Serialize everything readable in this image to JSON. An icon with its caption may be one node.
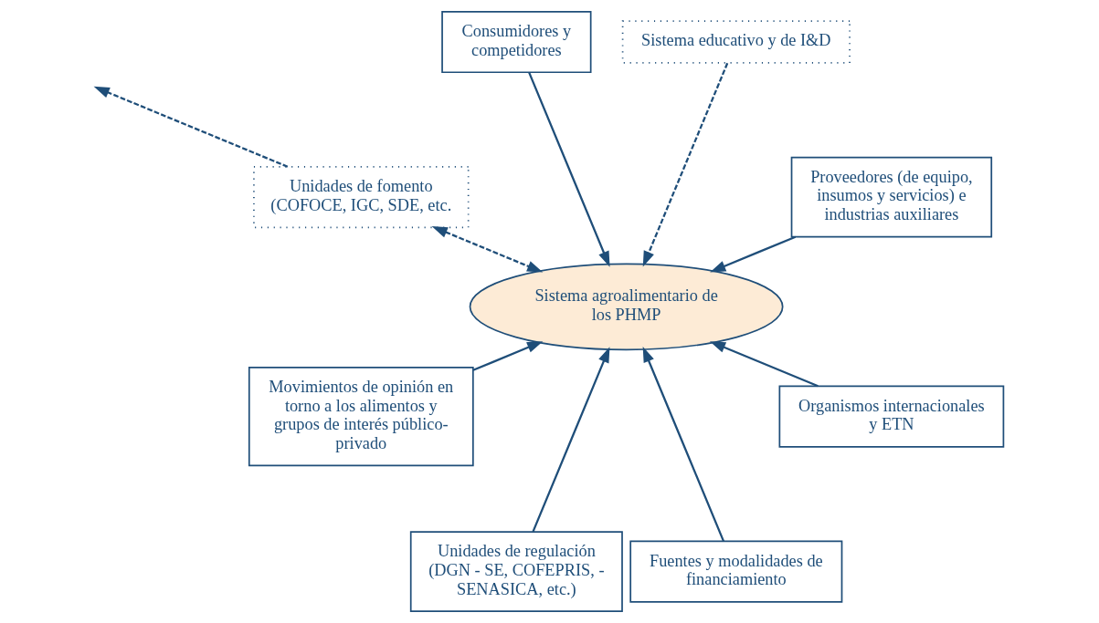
{
  "diagram": {
    "nodes": [
      {
        "text": [
          "Sistema agroalimentario de los PHMP"
        ]
      },
      {
        "text": [
          "Proveedores (de equipo, insumos y servicios) e industrias auxiliares"
        ]
      },
      {
        "text": [
          "Sistema educativo y de I&D"
        ]
      },
      {
        "text": [
          "Consumidores y competidores"
        ]
      },
      {
        "text": [
          "Unidades de fomento",
          "(COFOCE, IGC, SDE, etc."
        ]
      },
      {
        "text": [
          "Movimientos de opinión en torno a los alimentos y grupos de interés público-privado"
        ]
      },
      {
        "text": [
          "Unidades de regulación",
          "(DGN - SE, COFEPRIS, - SENASICA, etc.)"
        ]
      },
      {
        "text": [
          "Fuentes y modalidades de financiamiento"
        ]
      },
      {
        "text": [
          "Organismos internacionales y ETN"
        ]
      }
    ],
    "edges": [
      {
        "from": 1,
        "to": 0,
        "arrow": "to"
      },
      {
        "from": 2,
        "to": 0,
        "arrow": "to",
        "style": "dashed"
      },
      {
        "from": 3,
        "to": 0,
        "arrow": "to"
      },
      {
        "from": 4,
        "to": 0,
        "arrow": "both",
        "style": "dashed"
      },
      {
        "from": 4,
        "to": null,
        "arrow": "to",
        "style": "dashed"
      },
      {
        "from": 5,
        "to": 0,
        "arrow": "to"
      },
      {
        "from": 6,
        "to": 0,
        "arrow": "to"
      },
      {
        "from": 7,
        "to": 0,
        "arrow": "to"
      },
      {
        "from": 8,
        "to": 0,
        "arrow": "to"
      }
    ]
  }
}
